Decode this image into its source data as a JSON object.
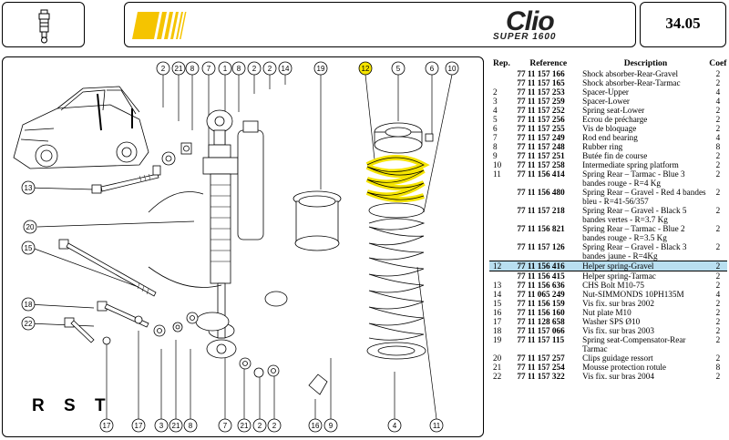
{
  "header": {
    "brand": "Clio",
    "brand_sub": "SUPER 1600",
    "page_number": "34.05"
  },
  "diagram": {
    "section_label": "R S T",
    "callouts_top": [
      "2",
      "21",
      "8",
      "7",
      "1",
      "8",
      "2",
      "14",
      "19",
      "12",
      "5",
      "6",
      "10"
    ],
    "callouts_bottom": [
      "17",
      "17",
      "3",
      "21",
      "8",
      "7",
      "21",
      "2",
      "16",
      "9",
      "4",
      "11"
    ],
    "callouts_left": [
      "13",
      "20",
      "15",
      "18",
      "22"
    ],
    "highlighted_callout": "12",
    "highlight_color": "#f5e400"
  },
  "table": {
    "headers": [
      "Rep.",
      "Reference",
      "Description",
      "Coef"
    ],
    "rows": [
      {
        "rep": "",
        "ref": "77 11 157 166",
        "desc": "Shock absorber-Rear-Gravel",
        "coef": "2"
      },
      {
        "rep": "",
        "ref": "77 11 157 165",
        "desc": "Shock absorber-Rear-Tarmac",
        "coef": "2"
      },
      {
        "rep": "2",
        "ref": "77 11 157 253",
        "desc": "Spacer-Upper",
        "coef": "4"
      },
      {
        "rep": "3",
        "ref": "77 11 157 259",
        "desc": "Spacer-Lower",
        "coef": "4"
      },
      {
        "rep": "4",
        "ref": "77 11 157 252",
        "desc": "Spring seat-Lower",
        "coef": "2"
      },
      {
        "rep": "5",
        "ref": "77 11 157 256",
        "desc": "Ecrou de précharge",
        "coef": "2"
      },
      {
        "rep": "6",
        "ref": "77 11 157 255",
        "desc": "Vis de bloquage",
        "coef": "2"
      },
      {
        "rep": "7",
        "ref": "77 11 157 249",
        "desc": "Rod end bearing",
        "coef": "4"
      },
      {
        "rep": "8",
        "ref": "77 11 157 248",
        "desc": "Rubber ring",
        "coef": "8"
      },
      {
        "rep": "9",
        "ref": "77 11 157 251",
        "desc": "Butée fin de course",
        "coef": "2"
      },
      {
        "rep": "10",
        "ref": "77 11 157 258",
        "desc": "Intermediate spring platform",
        "coef": "2"
      },
      {
        "rep": "11",
        "ref": "77 11 156 414",
        "desc": "Spring Rear – Tarmac - Blue 3 bandes rouge - R=4 Kg",
        "coef": "2"
      },
      {
        "rep": "",
        "ref": "77 11 156 480",
        "desc": "Spring Rear – Gravel - Red 4 bandes bleu - R=41-56/357",
        "coef": "2"
      },
      {
        "rep": "",
        "ref": "77 11 157 218",
        "desc": "Spring Rear – Gravel - Black 5 bandes vertes - R=3.7 Kg",
        "coef": "2"
      },
      {
        "rep": "",
        "ref": "77 11 156 821",
        "desc": "Spring Rear – Tarmac - Blue 2 bandes rouge - R=3.5 Kg",
        "coef": "2"
      },
      {
        "rep": "",
        "ref": "77 11 157 126",
        "desc": "Spring Rear – Gravel - Black 3 bandes jaune - R=4Kg",
        "coef": "2"
      },
      {
        "rep": "12",
        "ref": "77 11 156 416",
        "desc": "Helper spring-Gravel",
        "coef": "2",
        "highlight": true
      },
      {
        "rep": "",
        "ref": "77 11 156 415",
        "desc": "Helper spring-Tarmac",
        "coef": "2"
      },
      {
        "rep": "13",
        "ref": "77 11 156 636",
        "desc": "CHS Bolt M10-75",
        "coef": "2"
      },
      {
        "rep": "14",
        "ref": "77 11 065 249",
        "desc": "Nut-SIMMONDS 10PH135M",
        "coef": "4"
      },
      {
        "rep": "15",
        "ref": "77 11 156 159",
        "desc": "Vis fix. sur bras 2002",
        "coef": "2"
      },
      {
        "rep": "16",
        "ref": "77 11 156 160",
        "desc": "Nut plate M10",
        "coef": "2"
      },
      {
        "rep": "17",
        "ref": "77 11 128 658",
        "desc": "Washer SPS Ø10",
        "coef": "2"
      },
      {
        "rep": "18",
        "ref": "77 11 157 066",
        "desc": "Vis fix. sur bras 2003",
        "coef": "2"
      },
      {
        "rep": "19",
        "ref": "77 11 157 115",
        "desc": "Spring seat-Compensator-Rear Tarmac",
        "coef": "2"
      },
      {
        "rep": "20",
        "ref": "77 11 157 257",
        "desc": "Clips guidage ressort",
        "coef": "2"
      },
      {
        "rep": "21",
        "ref": "77 11 157 254",
        "desc": "Mousse protection rotule",
        "coef": "8"
      },
      {
        "rep": "22",
        "ref": "77 11 157 322",
        "desc": "Vis fix. sur bras 2004",
        "coef": "2"
      }
    ]
  }
}
